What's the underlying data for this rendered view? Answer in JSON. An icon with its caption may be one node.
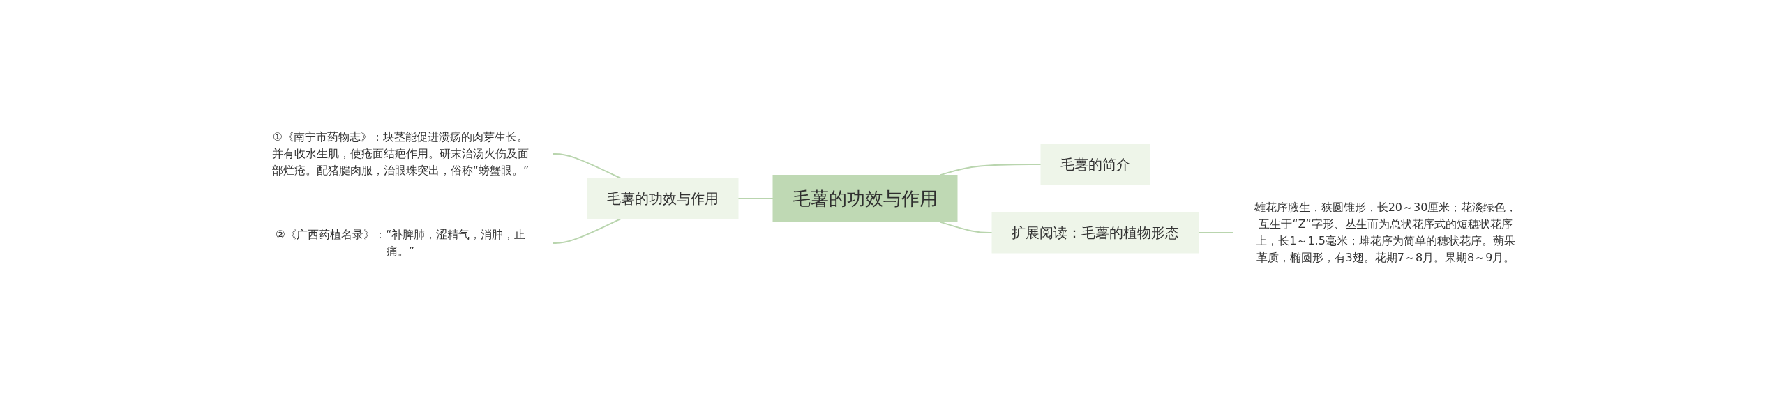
{
  "diagram": {
    "nodes": [
      {
        "text": [
          "毛薯的功效与作用"
        ]
      },
      {
        "text": [
          "毛薯的功效与作用"
        ]
      },
      {
        "text": [
          "①《南宁市药物志》：块茎能促进溃疡的肉芽生长。并有收水生肌，使疮面结疤作用。研末治汤火伤及面部烂疮。配猪腱肉服，治眼珠突出，俗称“螃蟹眼。”"
        ]
      },
      {
        "text": [
          "②《广西药植名录》：“补脾肺，涩精气，消肿，止痛。”"
        ]
      },
      {
        "text": [
          "毛薯的简介"
        ]
      },
      {
        "text": [
          "扩展阅读：毛薯的植物形态"
        ]
      },
      {
        "text": [
          "雄花序腋生，狭圆锥形，长20～30厘米；花淡绿色，互生于“Z”字形、丛生而为总状花序式的短穗状花序上，长1～1.5毫米；雌花序为简单的穗状花序。蒴果革质，椭圆形，有3翅。花期7～8月。果期8～9月。"
        ]
      }
    ],
    "edges": [
      {
        "from": 0,
        "to": 1,
        "arrow": "none"
      },
      {
        "from": 1,
        "to": 2,
        "arrow": "none"
      },
      {
        "from": 1,
        "to": 3,
        "arrow": "none"
      },
      {
        "from": 0,
        "to": 4,
        "arrow": "none"
      },
      {
        "from": 0,
        "to": 5,
        "arrow": "none"
      },
      {
        "from": 5,
        "to": 6,
        "arrow": "none"
      }
    ]
  }
}
